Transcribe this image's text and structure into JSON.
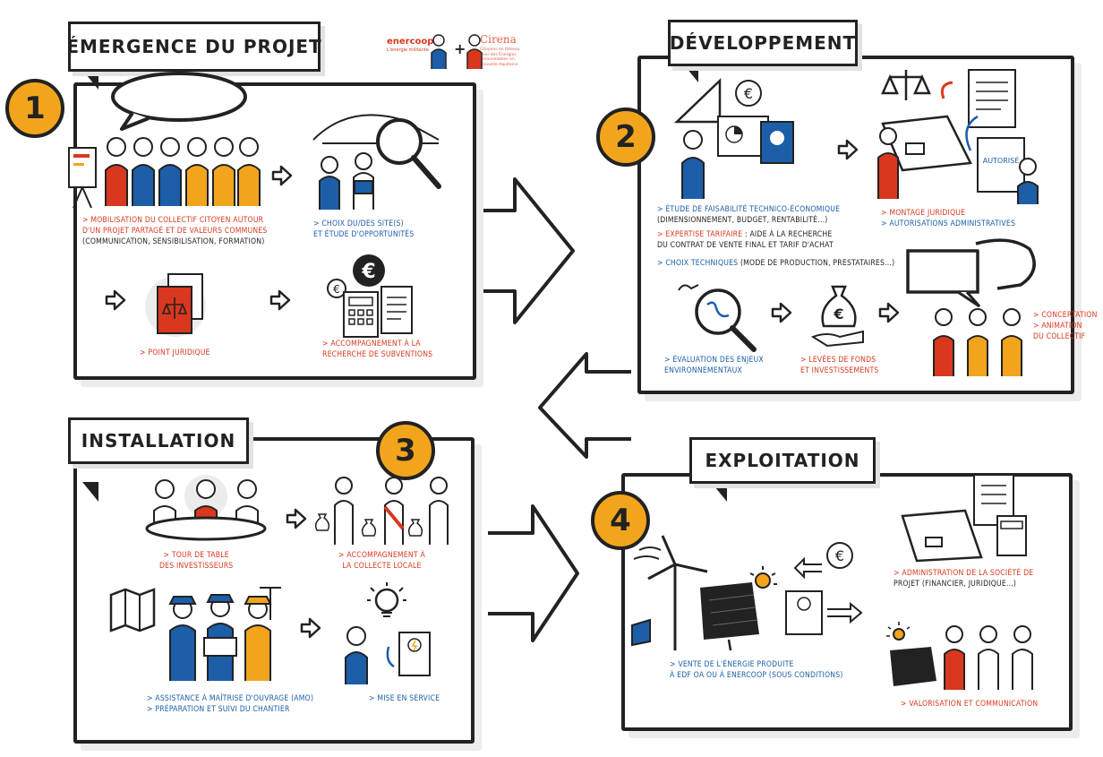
{
  "logo": {
    "enercoop": "enercoop",
    "enercoop_sub": "L'énergie militante",
    "cirena": "Cirena",
    "cirena_sub": "Citoyens en Réseau pour des Énergies renouvelables en Nouvelle-Aquitaine",
    "plus": "+"
  },
  "phases": [
    {
      "number": "1",
      "title": "ÉMERGENCE DU PROJET",
      "steps": [
        {
          "lines": [
            "> Mobilisation du collectif citoyen autour",
            "d'un projet partagé et de valeurs communes"
          ],
          "extra": "(communication, sensibilisation, formation)"
        },
        {
          "lines": [
            "> Choix du/des site(s)",
            "et étude d'opportunités"
          ]
        },
        {
          "lines": [
            "> Point juridique"
          ]
        },
        {
          "lines": [
            "> Accompagnement à la",
            "recherche de subventions"
          ]
        }
      ]
    },
    {
      "number": "2",
      "title": "DÉVELOPPEMENT",
      "steps": [
        {
          "head": "> Étude de faisabilité technico-économique",
          "extra": "(dimensionnement, budget, rentabilité...)"
        },
        {
          "head": "> Expertise tarifaire",
          "rest": " : aide à la recherche",
          "extra": "du contrat de vente final et tarif d'achat"
        },
        {
          "head": "> Choix techniques",
          "rest": " (mode de production, prestataires...)"
        },
        {
          "lines": [
            "> Montage juridique",
            "> Autorisations administratives"
          ]
        },
        {
          "lines": [
            "> Évaluation des enjeux",
            "environnementaux"
          ]
        },
        {
          "lines": [
            "> Levées de fonds",
            "et investissements"
          ]
        },
        {
          "lines": [
            "> Concertation",
            "> Animation",
            "du collectif"
          ]
        }
      ],
      "sign_label": "AUTORISÉ"
    },
    {
      "number": "3",
      "title": "INSTALLATION",
      "steps": [
        {
          "lines": [
            "> Tour de table",
            "des investisseurs"
          ]
        },
        {
          "lines": [
            "> Accompagnement à",
            "la collecte locale"
          ]
        },
        {
          "lines": [
            "> Assistance à maîtrise d'ouvrage (AMO)",
            "> Préparation et suivi du chantier"
          ]
        },
        {
          "lines": [
            "> Mise en service"
          ]
        }
      ]
    },
    {
      "number": "4",
      "title": "EXPLOITATION",
      "steps": [
        {
          "lines": [
            "> Administration de la société de"
          ],
          "extra": "projet (financier, juridique...)"
        },
        {
          "lines": [
            "> Vente de l'énergie produite",
            "à EDF OA ou à Enercoop (sous conditions)"
          ]
        },
        {
          "lines": [
            "> Valorisation et communication"
          ]
        }
      ]
    }
  ],
  "icons": {
    "flow_arrow": "right-arrow-icon",
    "euro": "euro-icon",
    "scales": "scales-of-justice-icon",
    "magnifier": "magnifying-glass-icon",
    "bulb": "lightbulb-icon",
    "wind_turbine": "wind-turbine-icon",
    "solar_panel": "solar-panel-icon",
    "sun": "sun-icon",
    "money_bag": "money-bag-icon"
  },
  "colors": {
    "accent_orange": "#f2a51c",
    "red": "#d9381e",
    "blue": "#1c5ea8",
    "ink": "#222222"
  }
}
